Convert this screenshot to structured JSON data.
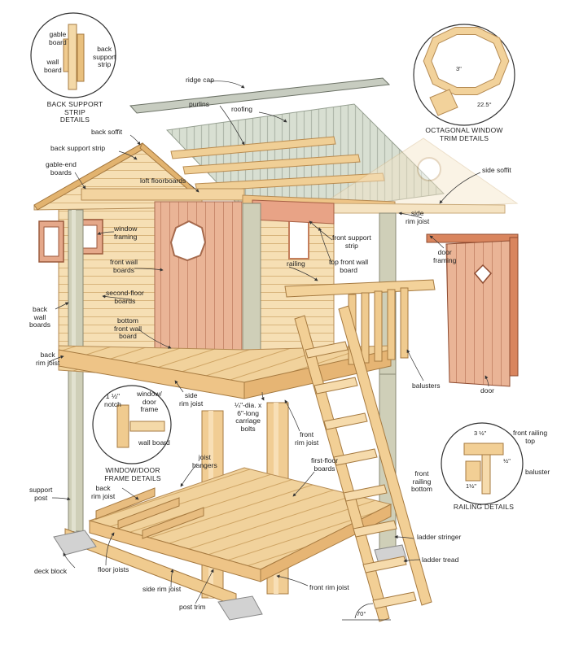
{
  "callouts": {
    "back_support": {
      "title": "BACK SUPPORT STRIP\nDETAILS",
      "gable": "gable\nboard",
      "wall": "wall\nboard",
      "strip": "back\nsupport\nstrip"
    },
    "octagonal": {
      "title": "OCTAGONAL WINDOW\nTRIM DETAILS",
      "angle_small": "3\"",
      "angle": "22.5°"
    },
    "window_door": {
      "title": "WINDOW/DOOR\nFRAME DETAILS",
      "notch": "1 ½\"\nnotch",
      "frame": "window/\ndoor\nframe",
      "wall": "wall board"
    },
    "railing": {
      "title": "RAILING DETAILS",
      "dim_top": "3 ½\"",
      "dim_side": "½\"",
      "dim_bottom": "1½\"",
      "front_top": "front railing\ntop",
      "front_bottom": "front\nrailing\nbottom",
      "baluster": "baluster"
    }
  },
  "labels": {
    "ridge_cap": "ridge cap",
    "purlins": "purlins",
    "roofing": "roofing",
    "back_soffit": "back soffit",
    "back_support_strip": "back support strip",
    "gable_end_boards": "gable-end\nboards",
    "loft_floorboards": "loft floorboards",
    "side_soffit": "side soffit",
    "window_framing": "window\nframing",
    "front_wall_boards": "front wall\nboards",
    "front_support_strip": "front support\nstrip",
    "top_front_wall_board": "top front wall\nboard",
    "railing": "railing",
    "side_rim_joist_top": "side\nrim joist",
    "door_framing": "door\nframing",
    "second_floor_boards": "second-floor\nboards",
    "bottom_front_wall_board": "bottom\nfront wall\nboard",
    "back_wall_boards": "back\nwall\nboards",
    "back_rim_joist_top": "back\nrim joist",
    "side_rim_joist_mid": "side\nrim joist",
    "carriage_bolts": "¼\"-dia. x\n6\"-long\ncarriage\nbolts",
    "front_rim_joist_mid": "front\nrim joist",
    "first_floor_boards": "first-floor\nboards",
    "balusters": "balusters",
    "door": "door",
    "support_post": "support\npost",
    "joist_hangers": "joist\nhangers",
    "back_rim_joist_low": "back\nrim joist",
    "floor_joists": "floor joists",
    "deck_block": "deck block",
    "side_rim_joist_low": "side rim joist",
    "post_trim": "post trim",
    "front_rim_joist_low": "front rim joist",
    "ladder_stringer": "ladder stringer",
    "ladder_tread": "ladder tread",
    "ladder_angle": "70°"
  },
  "colors": {
    "wood_light": "#f4d9a8",
    "wood_mid": "#e9c07e",
    "wood_dark": "#d49a55",
    "wood_pink": "#e9b196",
    "roof_green": "#cfd9c8",
    "post_grey": "#c9c9b5",
    "block_grey": "#cfcfcf",
    "ink": "#222222"
  }
}
